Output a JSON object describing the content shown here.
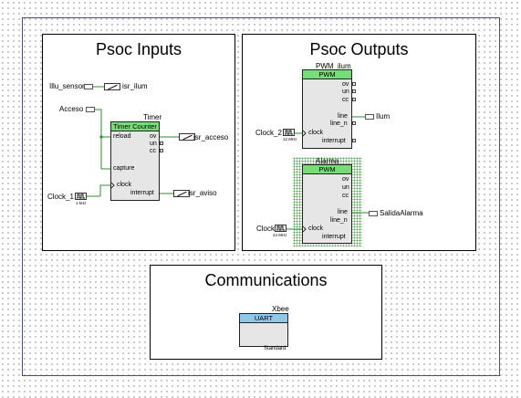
{
  "inputs": {
    "title": "Psoc Inputs",
    "pins": {
      "illu_sensor": "Illu_sensor",
      "acceso": "Acceso",
      "clock_1": "Clock_1",
      "clock_1_freq": "1 kHz"
    },
    "isr": {
      "ilum": "isr_ilum",
      "acceso": "isr_acceso",
      "aviso": "isr_aviso"
    },
    "timer": {
      "instance": "Timer",
      "header": "Timer Counter",
      "ports": [
        "reload",
        "ov",
        "un",
        "cc",
        "capture",
        "clock",
        "interrupt"
      ]
    }
  },
  "outputs": {
    "title": "Psoc Outputs",
    "pwm_ilum": {
      "instance": "PWM_ilum",
      "header": "PWM",
      "ports": [
        "ov",
        "un",
        "cc",
        "line",
        "line_n",
        "clock",
        "interrupt"
      ]
    },
    "alarma": {
      "instance": "Alarma",
      "header": "PWM",
      "ports": [
        "ov",
        "un",
        "cc",
        "line",
        "line_n",
        "clock",
        "interrupt"
      ]
    },
    "pins": {
      "ilum": "Ilum",
      "salida_alarma": "SalidaAlarma",
      "clock_2": "Clock_2",
      "clock_2_freq": "12 MHz",
      "clock": "Clock",
      "clock_freq": "24 MHz"
    }
  },
  "comms": {
    "title": "Communications",
    "uart": {
      "instance": "Xbee",
      "header": "UART",
      "footer": "Standard"
    }
  }
}
